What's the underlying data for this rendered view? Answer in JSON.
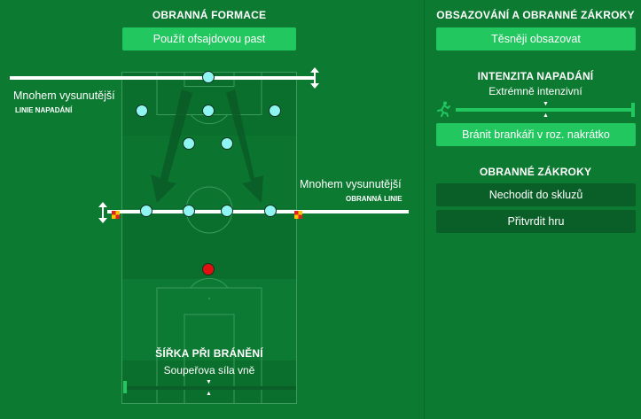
{
  "defensive_shape": {
    "title": "OBRANNÁ FORMACE",
    "offside_button": "Použít ofsajdovou past"
  },
  "line_of_engagement": {
    "label": "Mnohem vysunutější",
    "sublabel": "LINIE NAPADÁNÍ"
  },
  "defensive_line": {
    "label": "Mnohem vysunutější",
    "sublabel": "OBRANNÁ LINIE"
  },
  "defensive_width": {
    "title": "ŠÍŘKA PŘI BRÁNĚNÍ",
    "value": "Soupeřova síla vně",
    "level": 0.0
  },
  "marking": {
    "title": "OBSAZOVÁNÍ A OBRANNÉ ZÁKROKY",
    "marking_button": "Těsněji obsazovat"
  },
  "pressing": {
    "title": "INTENZITA NAPADÁNÍ",
    "value": "Extrémně intenzivní",
    "level": 1.0,
    "gk_button": "Bránit brankáři v roz. nakrátko"
  },
  "tackling": {
    "title": "OBRANNÉ ZÁKROKY",
    "stay_on_feet_button": "Nechodit do skluzů",
    "get_stuck_in_button": "Přitvrdit hru"
  },
  "colors": {
    "background": "#0d7a32",
    "accent": "#22c760",
    "player": "#8ef5f0",
    "goalkeeper": "#e01010"
  }
}
